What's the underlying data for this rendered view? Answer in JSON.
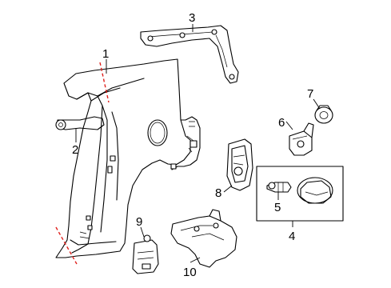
{
  "callouts": {
    "c1": "1",
    "c2": "2",
    "c3": "3",
    "c4": "4",
    "c5": "5",
    "c6": "6",
    "c7": "7",
    "c8": "8",
    "c9": "9",
    "c10": "10"
  },
  "colors": {
    "cut_line": "#e0201c",
    "line": "#000000",
    "background": "#ffffff"
  }
}
